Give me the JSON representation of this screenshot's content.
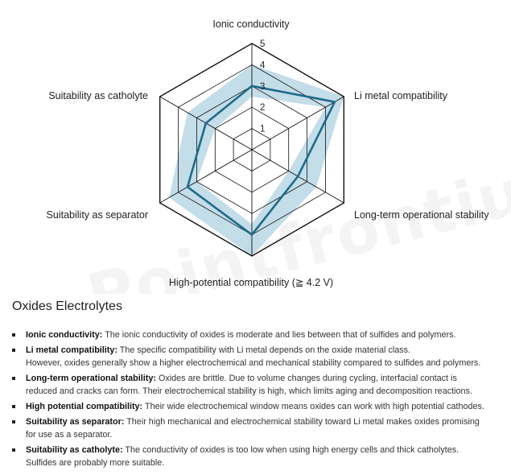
{
  "chart_data": {
    "type": "radar",
    "axes": [
      "Ionic conductivity",
      "Li metal compatibility",
      "Long-term operational stability",
      "High-potential compatibility (≧ 4.2 V)",
      "Suitability as separator",
      "Suitability as catholyte"
    ],
    "scale": {
      "min": 0,
      "max": 5,
      "ticks": [
        1,
        2,
        3,
        4,
        5
      ]
    },
    "values": [
      3,
      4.5,
      2.5,
      4,
      3.5,
      2.5
    ],
    "band": {
      "low": [
        2.5,
        4,
        2,
        3.5,
        3,
        2
      ],
      "high": [
        4,
        5,
        3.5,
        5,
        4.5,
        3.5
      ]
    },
    "colors": {
      "line": "#1e6b8a",
      "band": "#a9cfe0",
      "grid": "#111111"
    }
  },
  "watermark": "Pointfrontium",
  "section": {
    "title": "Oxides Electrolytes",
    "items": [
      {
        "term": "Ionic conductivity:",
        "text": " The ionic conductivity of oxides is moderate and lies between that of sulfides and polymers.",
        "text2": ""
      },
      {
        "term": "Li metal compatibility:",
        "text": " The specific compatibility with Li metal depends on the oxide material class.",
        "text2": "However, oxides generally show a higher electrochemical and mechanical stability compared to sulfides and polymers."
      },
      {
        "term": "Long-term operational stability:",
        "text": " Oxides are brittle. Due to volume changes during cycling, interfacial contact is",
        "text2": "reduced and cracks can form. Their electrochemical stability is high, which limits aging and decomposition reactions."
      },
      {
        "term": "High potential compatibility:",
        "text": " Their wide electrochemical window means oxides can work with high potential cathodes.",
        "text2": ""
      },
      {
        "term": "Suitability as separator:",
        "text": " Their high mechanical and electrochemical stability toward Li metal makes oxides promising",
        "text2": "for use as a separator."
      },
      {
        "term": "Suitability as catholyte:",
        "text": " The conductivity of oxides is too low when using high energy cells and thick catholytes.",
        "text2": "Sulfides are probably more suitable."
      }
    ]
  }
}
